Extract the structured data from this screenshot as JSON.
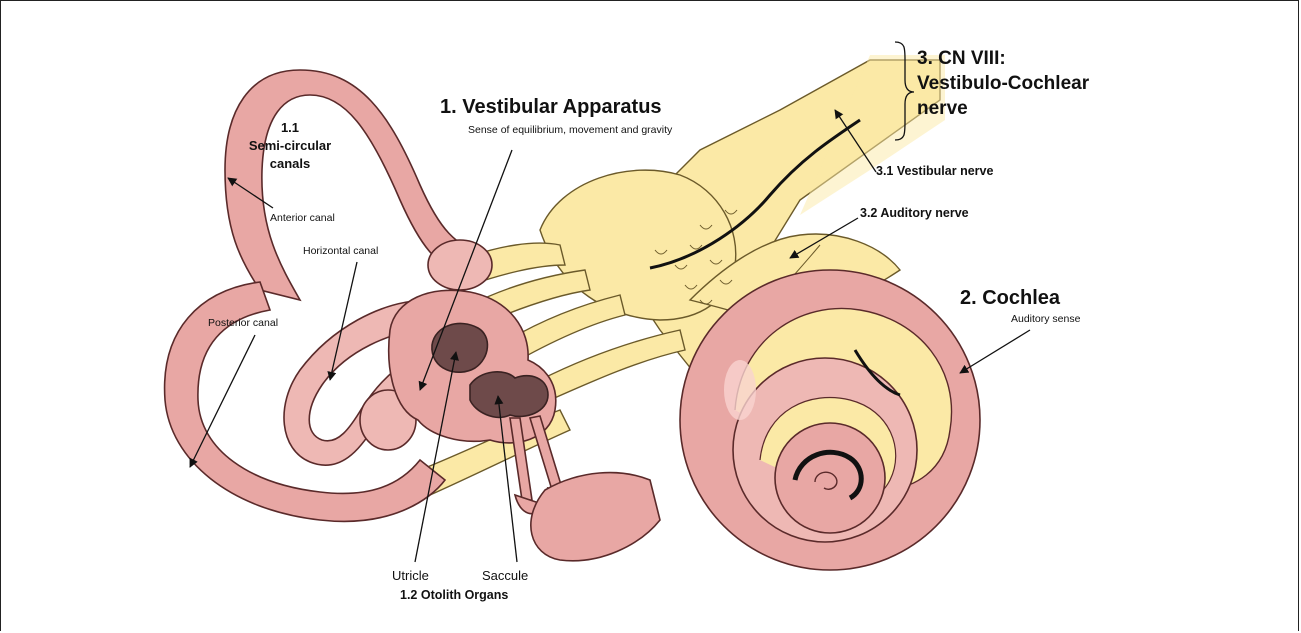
{
  "labels": {
    "vestibular_apparatus": "1. Vestibular Apparatus",
    "vestibular_sub": "Sense of equilibrium, movement and gravity",
    "semi_circular_num": "1.1",
    "semi_circular_l1": "Semi-circular",
    "semi_circular_l2": "canals",
    "anterior_canal": "Anterior canal",
    "horizontal_canal": "Horizontal canal",
    "posterior_canal": "Posterior canal",
    "utricle": "Utricle",
    "saccule": "Saccule",
    "otolith_organs": "1.2 Otolith Organs",
    "cochlea": "2. Cochlea",
    "cochlea_sub": "Auditory sense",
    "cn8_l1": "3. CN VIII:",
    "cn8_l2": "Vestibulo-Cochlear",
    "cn8_l3": "nerve",
    "vestibular_nerve": "3.1  Vestibular nerve",
    "auditory_nerve": "3.2  Auditory nerve"
  },
  "colors": {
    "membrane_pink": "#e8a7a4",
    "nerve_yellow": "#fbe9a6",
    "otolith_dark": "#6e4a4a",
    "outline": "#5a2a2a"
  }
}
